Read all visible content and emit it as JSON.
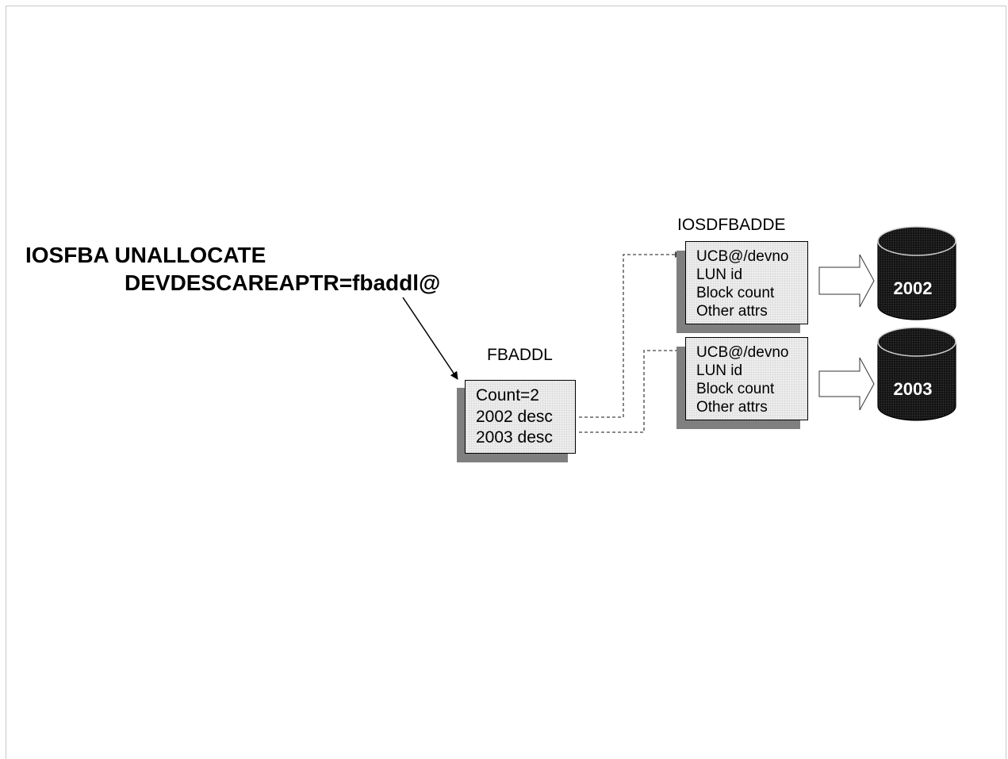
{
  "command": {
    "line1": "IOSFBA UNALLOCATE",
    "line2": "DEVDESCAREAPTR=fbaddl@"
  },
  "fbaddl": {
    "title": "FBADDL",
    "lines": [
      "Count=2",
      "2002 desc",
      "2003 desc"
    ]
  },
  "descriptor_title": "IOSDFBADDE",
  "descriptors": [
    {
      "lines": [
        "UCB@/devno",
        "LUN id",
        "Block count",
        "Other attrs"
      ]
    },
    {
      "lines": [
        "UCB@/devno",
        "LUN id",
        "Block count",
        "Other attrs"
      ]
    }
  ],
  "devices": [
    {
      "label": "2002"
    },
    {
      "label": "2003"
    }
  ],
  "colors": {
    "shadow": "#7f7f7f",
    "box_fill": "#eeeeee",
    "disk_fill": "#1a1a1a",
    "disk_text": "#ffffff"
  }
}
